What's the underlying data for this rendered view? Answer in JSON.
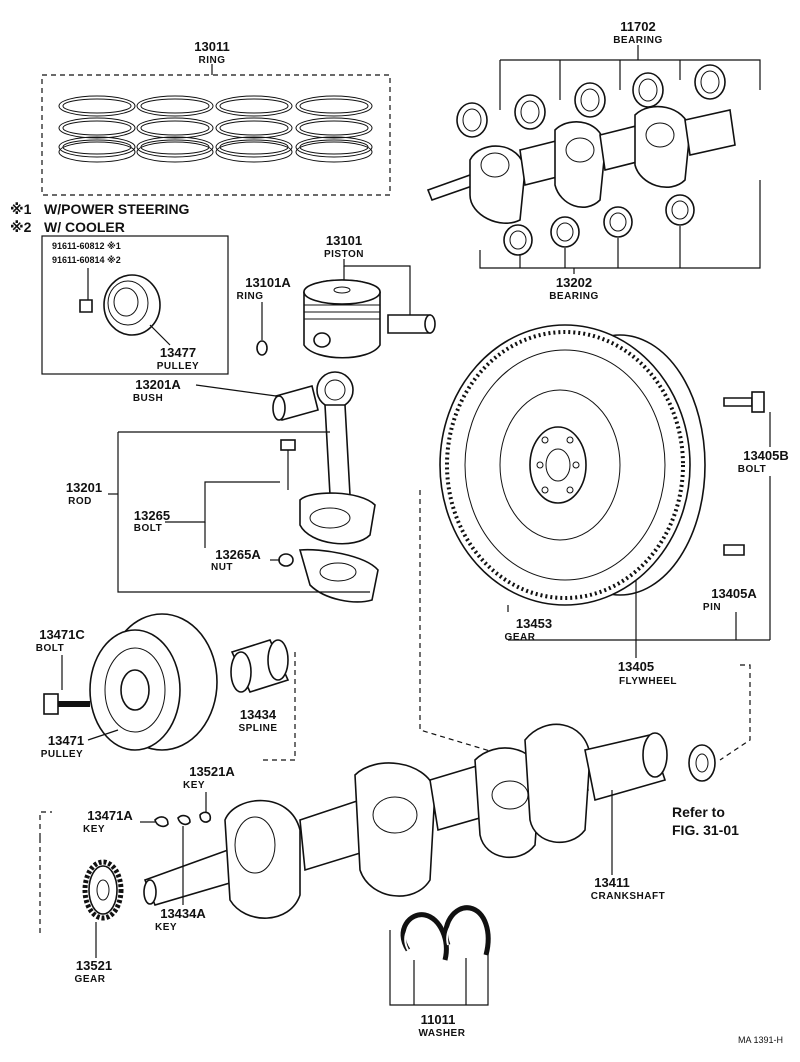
{
  "notes": {
    "note1_mark": "※1",
    "note1_text": "W/POWER STEERING",
    "note2_mark": "※2",
    "note2_text": "W/ COOLER"
  },
  "pulley_codes": {
    "code1": "91611-60812 ※1",
    "code2": "91611-60814 ※2"
  },
  "parts": {
    "p13011": {
      "number": "13011",
      "name": "RING"
    },
    "p11702": {
      "number": "11702",
      "name": "BEARING"
    },
    "p13101": {
      "number": "13101",
      "name": "PISTON"
    },
    "p13101A": {
      "number": "13101A",
      "name": "RING"
    },
    "p13202": {
      "number": "13202",
      "name": "BEARING"
    },
    "p13477": {
      "number": "13477",
      "name": "PULLEY"
    },
    "p13201A": {
      "number": "13201A",
      "name": "BUSH"
    },
    "p13201": {
      "number": "13201",
      "name": "ROD"
    },
    "p13265": {
      "number": "13265",
      "name": "BOLT"
    },
    "p13265A": {
      "number": "13265A",
      "name": "NUT"
    },
    "p13405B": {
      "number": "13405B",
      "name": "BOLT"
    },
    "p13405A": {
      "number": "13405A",
      "name": "PIN"
    },
    "p13453": {
      "number": "13453",
      "name": "GEAR"
    },
    "p13405": {
      "number": "13405",
      "name": "FLYWHEEL"
    },
    "p13471C": {
      "number": "13471C",
      "name": "BOLT"
    },
    "p13434": {
      "number": "13434",
      "name": "SPLINE"
    },
    "p13471": {
      "number": "13471",
      "name": "PULLEY"
    },
    "p13521A": {
      "number": "13521A",
      "name": "KEY"
    },
    "p13471A": {
      "number": "13471A",
      "name": "KEY"
    },
    "p13434A": {
      "number": "13434A",
      "name": "KEY"
    },
    "p13521": {
      "number": "13521",
      "name": "GEAR"
    },
    "p13411": {
      "number": "13411",
      "name": "CRANKSHAFT"
    },
    "p11011": {
      "number": "11011",
      "name": "WASHER"
    }
  },
  "refer": {
    "line1": "Refer to",
    "line2": "FIG. 31-01"
  },
  "footer": {
    "code": "MA  1391-H"
  }
}
